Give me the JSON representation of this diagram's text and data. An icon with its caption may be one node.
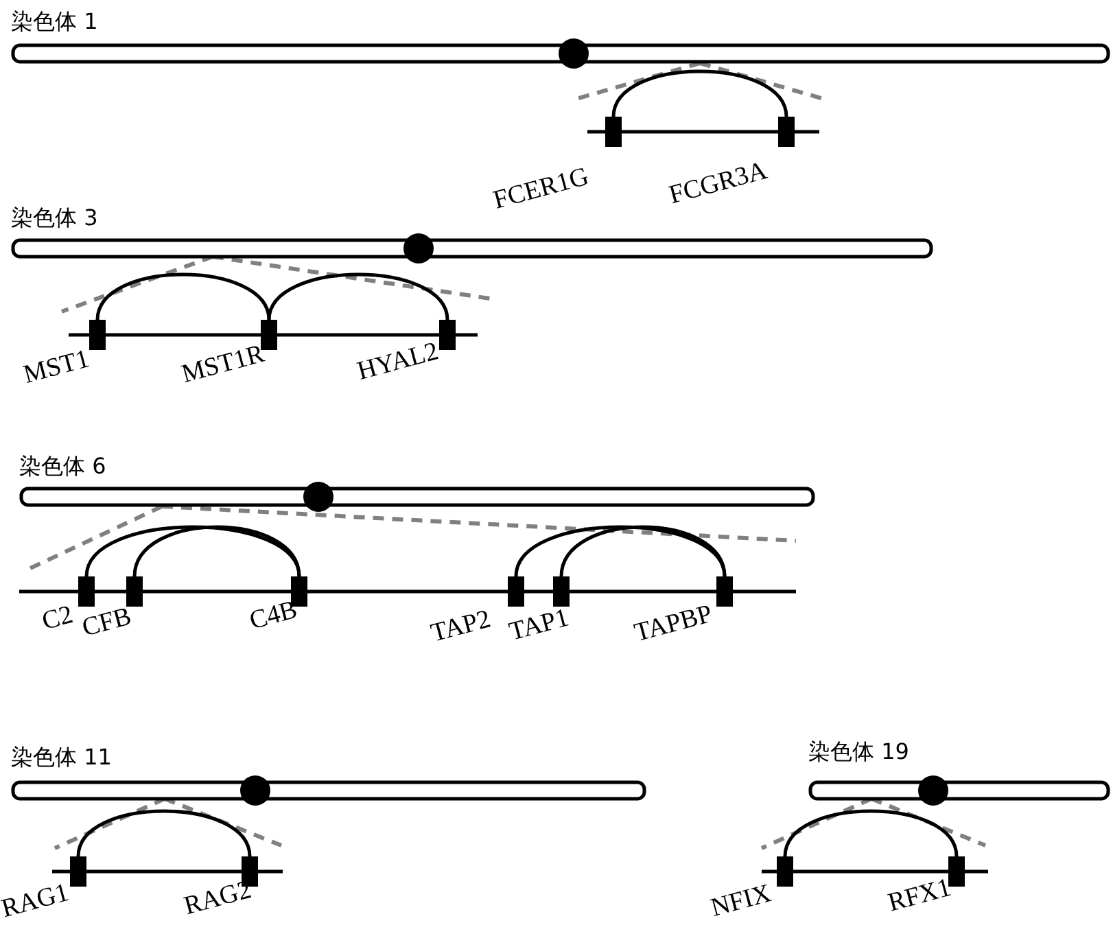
{
  "diagram": {
    "nodes": [
      {
        "text": [
          "染色体 1"
        ]
      },
      {
        "text": [
          "FCER1G"
        ]
      },
      {
        "text": [
          "FCGR3A"
        ]
      },
      {
        "text": [
          "染色体 3"
        ]
      },
      {
        "text": [
          "MST1"
        ]
      },
      {
        "text": [
          "MST1R"
        ]
      },
      {
        "text": [
          "HYAL2"
        ]
      },
      {
        "text": [
          "染色体 6"
        ]
      },
      {
        "text": [
          "C2"
        ]
      },
      {
        "text": [
          "CFB"
        ]
      },
      {
        "text": [
          "C4B"
        ]
      },
      {
        "text": [
          "TAP2"
        ]
      },
      {
        "text": [
          "TAP1"
        ]
      },
      {
        "text": [
          "TAPBP"
        ]
      },
      {
        "text": [
          "染色体 11"
        ]
      },
      {
        "text": [
          "RAG1"
        ]
      },
      {
        "text": [
          "RAG2"
        ]
      },
      {
        "text": [
          "染色体 19"
        ]
      },
      {
        "text": [
          "NFIX"
        ]
      },
      {
        "text": [
          "RFX1"
        ]
      }
    ],
    "edges": [
      {
        "from": 1,
        "to": 2,
        "arrow": "none"
      },
      {
        "from": 4,
        "to": 5,
        "arrow": "none"
      },
      {
        "from": 5,
        "to": 6,
        "arrow": "none"
      },
      {
        "from": 8,
        "to": 10,
        "arrow": "none"
      },
      {
        "from": 9,
        "to": 10,
        "arrow": "none"
      },
      {
        "from": 11,
        "to": 13,
        "arrow": "none"
      },
      {
        "from": 12,
        "to": 13,
        "arrow": "none"
      },
      {
        "from": 15,
        "to": 16,
        "arrow": "none"
      },
      {
        "from": 18,
        "to": 19,
        "arrow": "none"
      }
    ]
  }
}
